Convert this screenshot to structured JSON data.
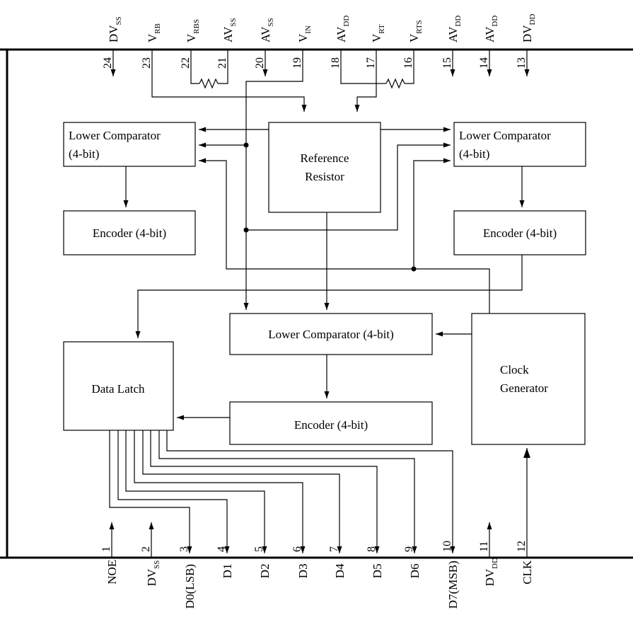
{
  "top_pins": [
    {
      "num": "24",
      "main": "DV",
      "sub": "SS"
    },
    {
      "num": "23",
      "main": "V",
      "sub": "RB"
    },
    {
      "num": "22",
      "main": "V",
      "sub": "RBS"
    },
    {
      "num": "21",
      "main": "AV",
      "sub": "SS"
    },
    {
      "num": "20",
      "main": "AV",
      "sub": "SS"
    },
    {
      "num": "19",
      "main": "V",
      "sub": "IN"
    },
    {
      "num": "18",
      "main": "AV",
      "sub": "DD"
    },
    {
      "num": "17",
      "main": "V",
      "sub": "RT"
    },
    {
      "num": "16",
      "main": "V",
      "sub": "RTS"
    },
    {
      "num": "15",
      "main": "AV",
      "sub": "DD"
    },
    {
      "num": "14",
      "main": "AV",
      "sub": "DD"
    },
    {
      "num": "13",
      "main": "DV",
      "sub": "DD"
    }
  ],
  "bottom_pins": [
    {
      "num": "1",
      "main": "NOE",
      "sub": ""
    },
    {
      "num": "2",
      "main": "DV",
      "sub": "SS"
    },
    {
      "num": "3",
      "main": "D0(LSB)",
      "sub": ""
    },
    {
      "num": "4",
      "main": "D1",
      "sub": ""
    },
    {
      "num": "5",
      "main": "D2",
      "sub": ""
    },
    {
      "num": "6",
      "main": "D3",
      "sub": ""
    },
    {
      "num": "7",
      "main": "D4",
      "sub": ""
    },
    {
      "num": "8",
      "main": "D5",
      "sub": ""
    },
    {
      "num": "9",
      "main": "D6",
      "sub": ""
    },
    {
      "num": "10",
      "main": "D7(MSB)",
      "sub": ""
    },
    {
      "num": "11",
      "main": "DV",
      "sub": "DD"
    },
    {
      "num": "12",
      "main": "CLK",
      "sub": ""
    }
  ],
  "blocks": {
    "lower_comparator_left": [
      "Lower Comparator",
      "(4-bit)"
    ],
    "reference_resistor": [
      "Reference",
      "Resistor"
    ],
    "lower_comparator_right": [
      "Lower Comparator",
      "(4-bit)"
    ],
    "encoder_left": [
      "Encoder (4-bit)"
    ],
    "encoder_right": [
      "Encoder (4-bit)"
    ],
    "lower_comparator_center": [
      "Lower Comparator (4-bit)"
    ],
    "data_latch": [
      "Data Latch"
    ],
    "clock_generator": [
      "Clock",
      "Generator"
    ],
    "encoder_center": [
      "Encoder (4-bit)"
    ]
  }
}
